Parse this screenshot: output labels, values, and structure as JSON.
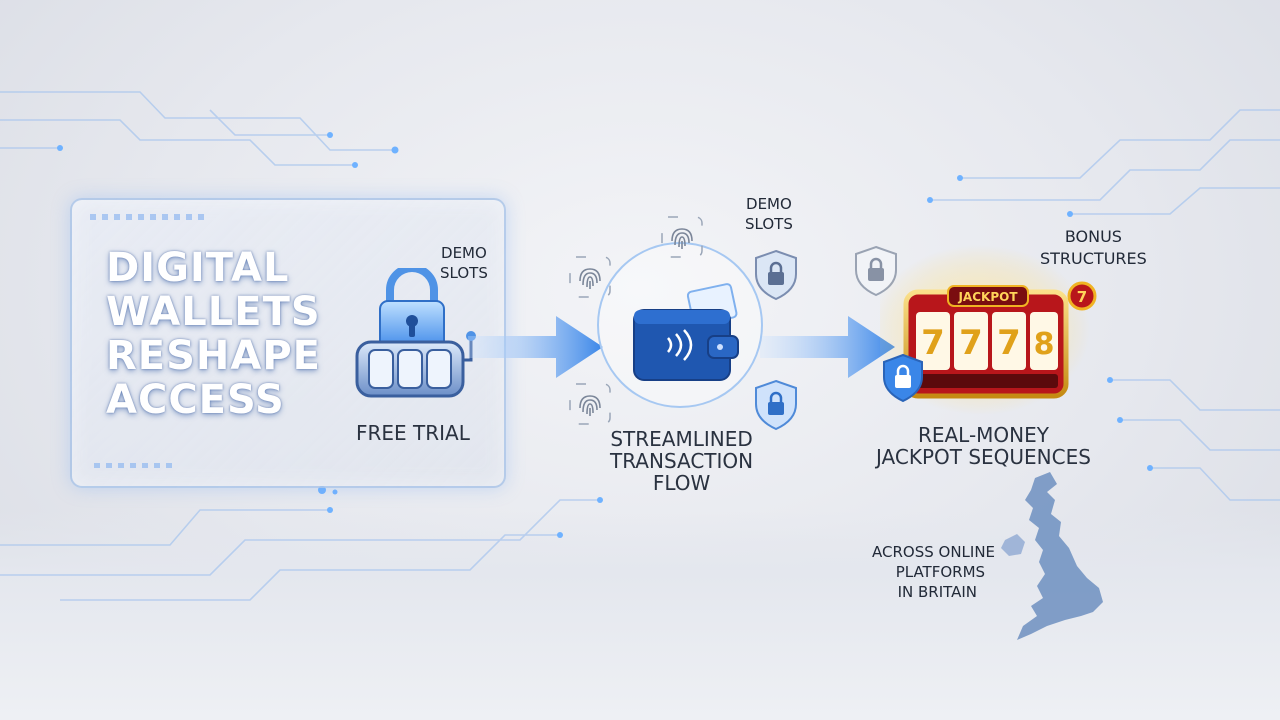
{
  "headline": [
    "DIGITAL",
    "WALLETS",
    "RESHAPE",
    "ACCESS"
  ],
  "labels": {
    "demo_slots_left": [
      "DEMO",
      "SLOTS"
    ],
    "free_trial": "FREE TRIAL",
    "demo_slots_top": [
      "DEMO",
      "SLOTS"
    ],
    "transaction": [
      "STREAMLINED",
      "TRANSACTION",
      "FLOW"
    ],
    "bonus": [
      "BONUS",
      "STRUCTURES"
    ],
    "jackpot": [
      "REAL-MONEY",
      "JACKPOT SEQUENCES"
    ],
    "across": [
      "ACROSS ONLINE",
      "PLATFORMS",
      "IN BRITAIN"
    ]
  },
  "slot_machine": {
    "sign": "JACKPOT",
    "reels": [
      "7",
      "7",
      "7",
      "8"
    ],
    "badge": "7"
  },
  "icons": [
    "padlock-icon",
    "wallet-icon",
    "fingerprint-icon",
    "shield-lock-icon",
    "arrow-right-icon",
    "uk-map-icon"
  ],
  "colors": {
    "accent_blue": "#3a86e8",
    "glow_blue": "#7fb8ff",
    "gold": "#f0b323",
    "slot_red": "#b8161b",
    "text_dark": "#222a38"
  }
}
